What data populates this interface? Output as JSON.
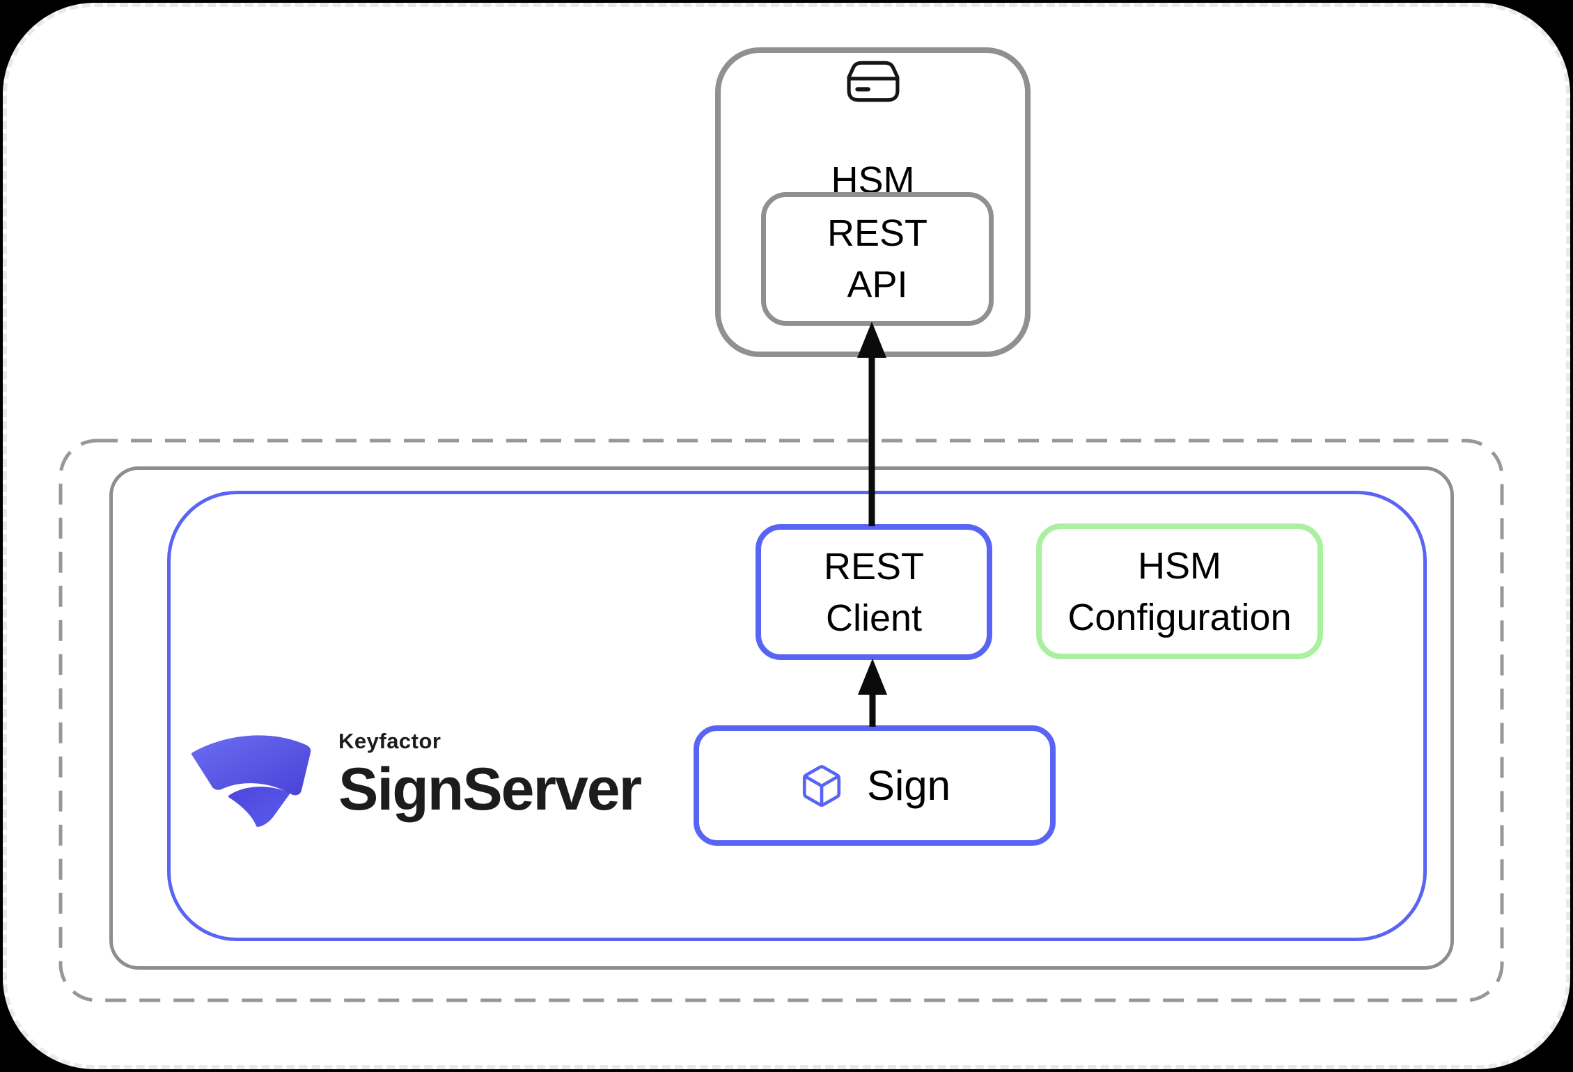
{
  "hsm": {
    "title": "HSM",
    "icon": "external-drive-icon",
    "rest_api": {
      "line1": "REST",
      "line2": "API"
    }
  },
  "signserver": {
    "logo": {
      "brand": "Keyfactor",
      "product": "SignServer",
      "mark": "keyfactor-ribbon-mark"
    },
    "rest_client": {
      "line1": "REST",
      "line2": "Client"
    },
    "hsm_configuration": {
      "line1": "HSM",
      "line2": "Configuration"
    },
    "sign": {
      "label": "Sign",
      "icon": "cube-icon"
    }
  },
  "connections": [
    {
      "from": "sign-worker-box",
      "to": "rest-client-box",
      "style": "black-arrow-up"
    },
    {
      "from": "rest-client-box",
      "to": "hsm-rest-api-box",
      "style": "black-arrow-up"
    }
  ],
  "colors": {
    "accent_blue": "#5a64f4",
    "accent_green": "#a9f09f",
    "container_gray": "#8e8e8e",
    "dashed_gray": "#979797",
    "arrow_black": "#0b0b0b",
    "page_background": "#000000",
    "card_edge": "#e9e9e9",
    "logo_gradient_start": "#6b6cf2",
    "logo_gradient_end": "#4a43d6"
  }
}
